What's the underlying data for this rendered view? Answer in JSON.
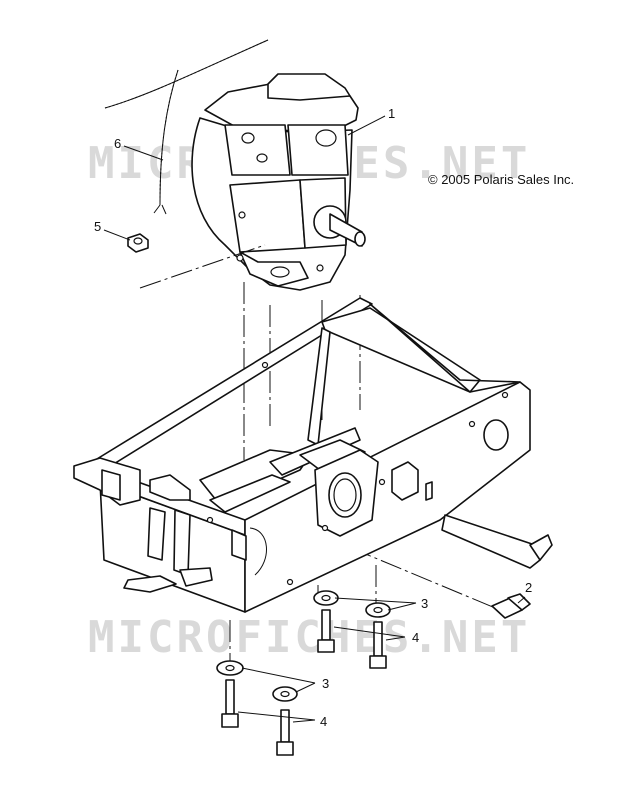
{
  "watermark": {
    "text": "MICROFICHES.NET"
  },
  "copyright": "© 2005 Polaris Sales Inc.",
  "callouts": [
    {
      "id": "1",
      "label": "1"
    },
    {
      "id": "2",
      "label": "2"
    },
    {
      "id": "3a",
      "label": "3"
    },
    {
      "id": "3b",
      "label": "3"
    },
    {
      "id": "4a",
      "label": "4"
    },
    {
      "id": "4b",
      "label": "4"
    },
    {
      "id": "5",
      "label": "5"
    },
    {
      "id": "6",
      "label": "6"
    }
  ]
}
